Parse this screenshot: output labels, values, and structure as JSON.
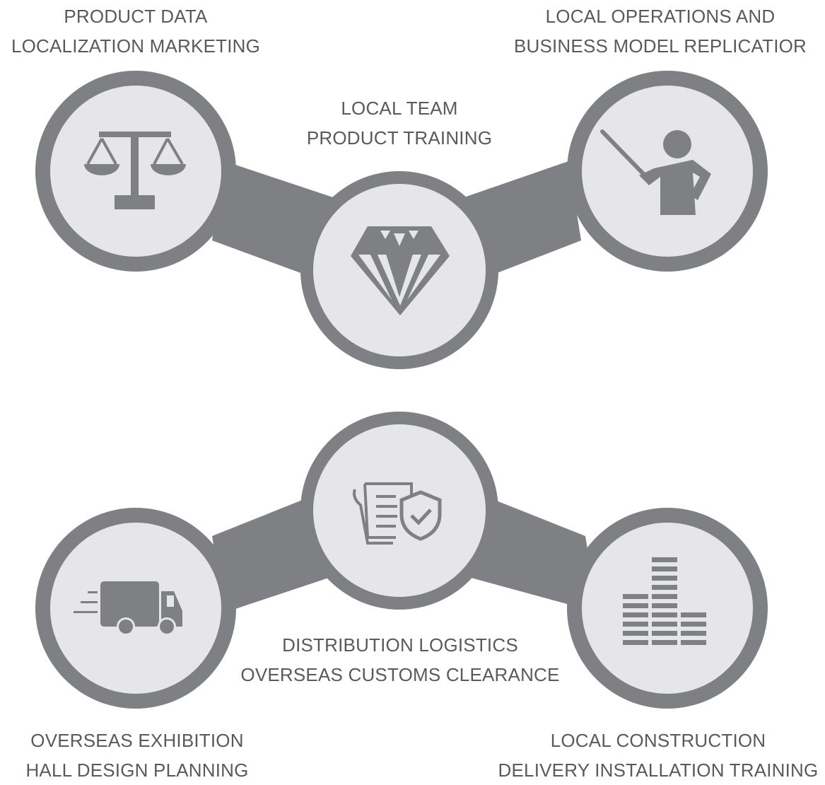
{
  "colors": {
    "ring": "#7f8084",
    "circle_fill": "#e6e6e8",
    "icon": "#7f8084",
    "text": "#585a5e",
    "background": "#ffffff"
  },
  "top_group": {
    "left": {
      "icon": "balance-scale-icon",
      "label": [
        "PRODUCT DATA",
        "LOCALIZATION MARKETING"
      ]
    },
    "center": {
      "icon": "diamond-icon",
      "label": [
        "LOCAL TEAM",
        "PRODUCT TRAINING"
      ]
    },
    "right": {
      "icon": "presenter-pointer-icon",
      "label": [
        "LOCAL OPERATIONS AND",
        "BUSINESS MODEL REPLICATIOR"
      ]
    }
  },
  "bottom_group": {
    "left": {
      "icon": "delivery-truck-icon",
      "label": [
        "OVERSEAS EXHIBITION",
        "HALL DESIGN PLANNING"
      ]
    },
    "center": {
      "icon": "document-shield-check-icon",
      "label": [
        "DISTRIBUTION LOGISTICS",
        "OVERSEAS CUSTOMS CLEARANCE"
      ]
    },
    "right": {
      "icon": "stacked-bars-icon",
      "label": [
        "LOCAL CONSTRUCTION",
        "DELIVERY INSTALLATION TRAINING"
      ]
    }
  }
}
